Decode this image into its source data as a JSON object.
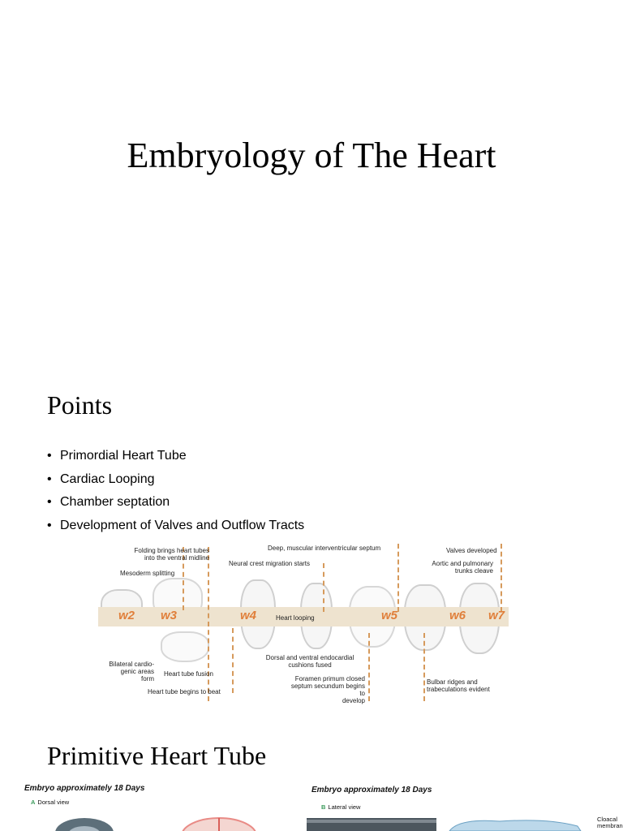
{
  "slide1": {
    "title": "Embryology of The Heart"
  },
  "slide2": {
    "heading": "Points",
    "bullets": [
      "Primordial Heart Tube",
      "Cardiac Looping",
      "Chamber septation",
      "Development of Valves and Outflow Tracts"
    ],
    "timeline": {
      "weeks": [
        "w2",
        "w3",
        "w4",
        "w5",
        "w6",
        "w7"
      ],
      "labels": {
        "folding": "Folding brings heart tubes\ninto the ventral midline",
        "mesoderm": "Mesoderm splitting",
        "neural_crest": "Neural crest migration starts",
        "septum": "Deep, muscular interventricular septum",
        "valves": "Valves developed",
        "aortic": "Aortic and pulmonary\ntrunks cleave",
        "looping": "Heart looping",
        "bilateral": "Bilateral cardio-\ngenic areas\nform",
        "fusion": "Heart tube fusion",
        "beats": "Heart tube begins to beat",
        "cushions": "Dorsal and ventral endocardial\ncushions fused",
        "foramen": "Foramen primum closed\nseptum secundum begins to\ndevelop",
        "bulbar": "Bulbar ridges and\ntrabeculations evident"
      },
      "colors": {
        "band": "#eee3cf",
        "week": "#e07f3a",
        "dash": "#d69a5c"
      }
    }
  },
  "slide3": {
    "heading": "Primitive Heart Tube",
    "figA": {
      "caption": "Embryo approximately 18 Days",
      "letter": "A",
      "view": "Dorsal view"
    },
    "figB": {
      "caption": "Embryo approximately 18 Days",
      "letter": "B",
      "view": "Lateral view",
      "label": "Cloacal\nmembrane"
    }
  }
}
